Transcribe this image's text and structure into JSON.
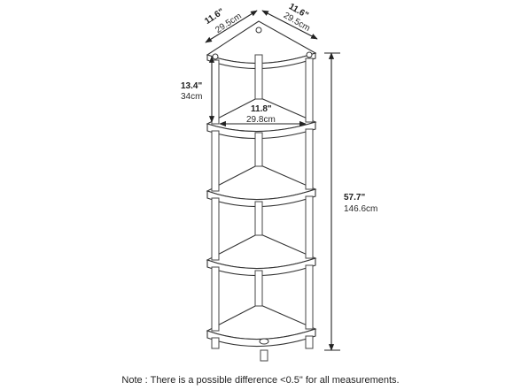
{
  "dimensions": {
    "width_left": {
      "in": "11.6\"",
      "cm": "29.5cm"
    },
    "width_right": {
      "in": "11.6\"",
      "cm": "29.5cm"
    },
    "shelf_gap": {
      "in": "13.4\"",
      "cm": "34cm"
    },
    "shelf_depth": {
      "in": "11.8\"",
      "cm": "29.8cm"
    },
    "height": {
      "in": "57.7\"",
      "cm": "146.6cm"
    }
  },
  "note": "Note : There is a possible difference <0.5\" for all measurements.",
  "colors": {
    "line": "#333333",
    "background": "#ffffff"
  }
}
